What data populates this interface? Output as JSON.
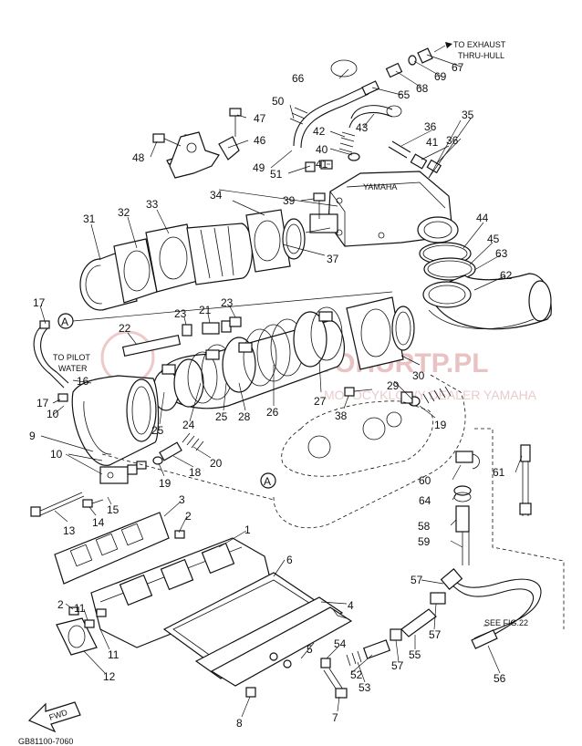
{
  "diagram": {
    "drawing_code": "GB81100-7060",
    "watermark": {
      "main": "MOTOHURTP.PL",
      "sub": "MOTOCYKLOWY DEALER YAMAHA"
    },
    "notes": {
      "exhaust_1": "TO EXHAUST",
      "exhaust_2": "THRU-HULL",
      "pilot_1": "TO PILOT",
      "pilot_2": "WATER",
      "fig_ref": "SEE FIG.22",
      "fwd": "FWD",
      "brand": "YAMAHA"
    },
    "markers": {
      "a1": "A",
      "a2": "A"
    },
    "callouts": {
      "c1": "1",
      "c2a": "2",
      "c2b": "2",
      "c3": "3",
      "c4": "4",
      "c5": "5",
      "c6": "6",
      "c7": "7",
      "c8": "8",
      "c9": "9",
      "c10a": "10",
      "c10b": "10",
      "c11a": "11",
      "c11b": "11",
      "c12": "12",
      "c13": "13",
      "c14": "14",
      "c15": "15",
      "c16": "16",
      "c17a": "17",
      "c17b": "17",
      "c18": "18",
      "c19a": "19",
      "c19b": "19",
      "c20": "20",
      "c21": "21",
      "c22": "22",
      "c23a": "23",
      "c23b": "23",
      "c24": "24",
      "c25a": "25",
      "c25b": "25",
      "c26": "26",
      "c27": "27",
      "c28": "28",
      "c29": "29",
      "c30": "30",
      "c31": "31",
      "c32": "32",
      "c33": "33",
      "c34": "34",
      "c35": "35",
      "c36a": "36",
      "c36b": "36",
      "c37": "37",
      "c38": "38",
      "c39": "39",
      "c40": "40",
      "c41a": "41",
      "c41b": "41",
      "c42": "42",
      "c43": "43",
      "c44": "44",
      "c45": "45",
      "c46": "46",
      "c47": "47",
      "c48": "48",
      "c49": "49",
      "c50": "50",
      "c51": "51",
      "c52": "52",
      "c53": "53",
      "c54": "54",
      "c55": "55",
      "c56": "56",
      "c57a": "57",
      "c57b": "57",
      "c57c": "57",
      "c58": "58",
      "c59": "59",
      "c60": "60",
      "c61": "61",
      "c62": "62",
      "c63": "63",
      "c64": "64",
      "c65": "65",
      "c66": "66",
      "c67": "67",
      "c68": "68",
      "c69": "69"
    }
  }
}
